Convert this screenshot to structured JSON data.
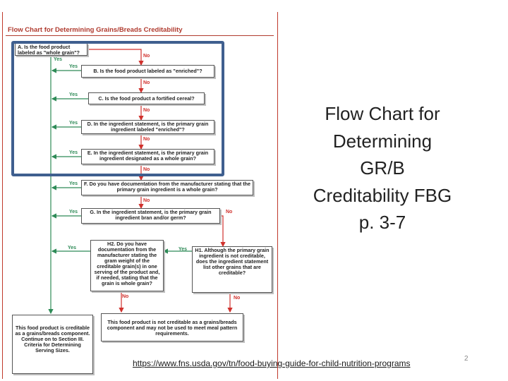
{
  "flowchart": {
    "title": "Flow Chart for Determining Grains/Breads Creditability",
    "nodes": {
      "a": "A. Is the food product labeled as \"whole grain\"?",
      "b": "B. Is the food product labeled as \"enriched\"?",
      "c": "C. Is the food product a fortified cereal?",
      "d": "D. In the ingredient statement, is the primary grain ingredient labeled \"enriched\"?",
      "e": "E. In the ingredient statement, is the primary grain ingredient designated as a whole grain?",
      "f": "F. Do you have documentation from the manufacturer stating that the primary grain ingredient is a whole grain?",
      "g": "G. In the ingredient statement, is the primary grain ingredient bran and/or germ?",
      "h2": "H2. Do you have documentation from the manufacturer stating the gram weight of the creditable grain(s) in one serving of the product and, if needed, stating that the grain is whole grain?",
      "h1": "H1. Although the primary grain ingredient is not creditable, does the ingredient statement list other grains that are creditable?",
      "creditable": "This food product is creditable as a grains/breads component. Continue on to Section III. Criteria for Determining Serving Sizes.",
      "not_creditable": "This food product is not creditable as a grains/breads component and may not be used to meet meal pattern requirements."
    },
    "edge_labels": {
      "yes": "Yes",
      "no": "No"
    },
    "colors": {
      "title": "#b03a2e",
      "yes": "#2e8b57",
      "no": "#d0312d",
      "highlight": "#3f5f8f"
    }
  },
  "slide": {
    "title": "Flow Chart for Determining GR/B Creditability FBG p. 3-7",
    "source_url": "https://www.fns.usda.gov/tn/food-buying-guide-for-child-nutrition-programs",
    "page_number": "2"
  }
}
